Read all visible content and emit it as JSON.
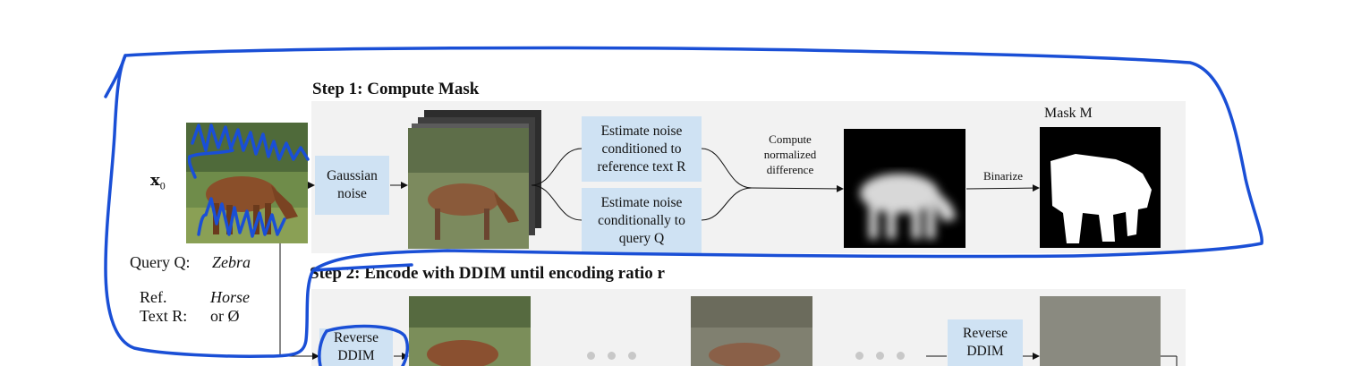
{
  "step1": {
    "heading": "Step 1: Compute Mask",
    "gaussian_noise": "Gaussian\nnoise",
    "estimate_ref": "Estimate noise\nconditioned to\nreference text R",
    "estimate_query": "Estimate noise\nconditionally to\nquery Q",
    "compute_label": "Compute\nnormalized\ndifference",
    "binarize_label": "Binarize",
    "mask_label": "Mask M"
  },
  "input": {
    "x0_symbol": "x",
    "x0_subscript": "0",
    "query_label": "Query Q:",
    "query_value": "Zebra",
    "ref_label_line1": "Ref.",
    "ref_label_line2": "Text R:",
    "ref_value_line1": "Horse",
    "ref_value_line2": "or Ø"
  },
  "step2": {
    "heading": "Step 2: Encode with DDIM until encoding ratio r",
    "reverse_ddim_1": "Reverse\nDDIM",
    "reverse_ddim_2": "Reverse\nDDIM"
  },
  "colors": {
    "box_fill": "#cfe2f3",
    "panel_fill": "#f2f2f2",
    "annotation_ink": "#1a4fd6"
  }
}
